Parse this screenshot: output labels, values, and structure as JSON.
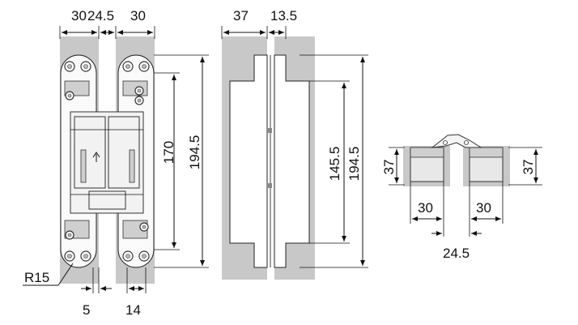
{
  "front_view": {
    "dims": {
      "top_left": "30",
      "top_mid": "24.5",
      "top_right": "30",
      "height_inner": "170",
      "height_total": "194.5",
      "radius": "R15",
      "bottom_gap": "5",
      "bottom_width": "14"
    }
  },
  "side_view": {
    "dims": {
      "top_left": "37",
      "top_right": "13.5",
      "height_inner": "145.5",
      "height_total": "194.5"
    }
  },
  "section_view": {
    "dims": {
      "left_height": "37",
      "right_height": "37",
      "left_width": "30",
      "right_width": "30",
      "gap": "24.5"
    }
  }
}
